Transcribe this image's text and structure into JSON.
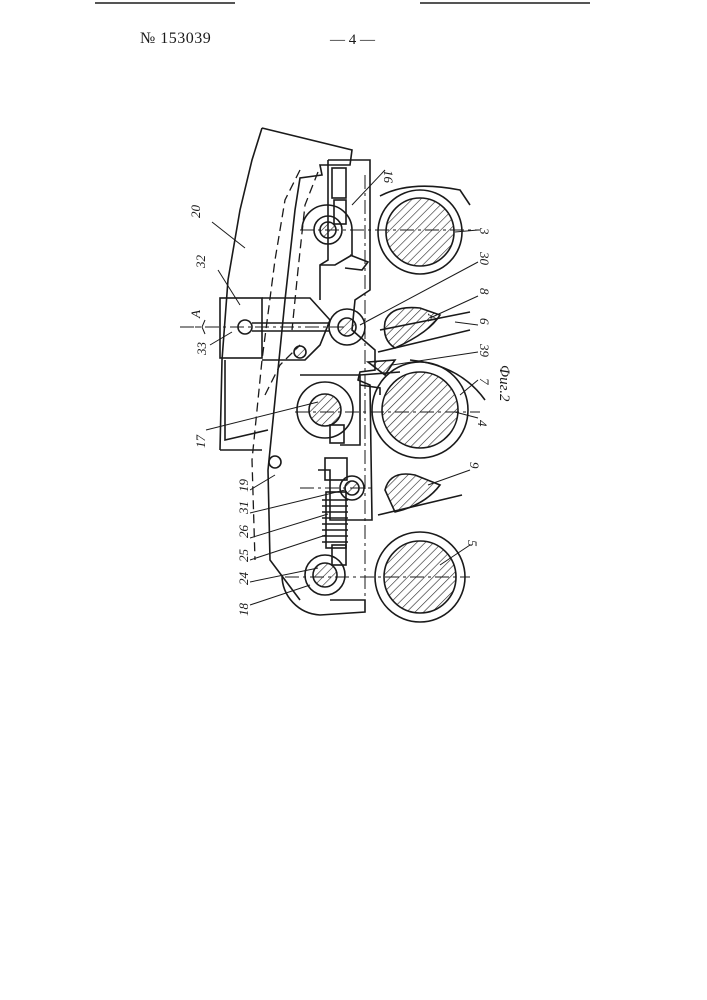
{
  "header": {
    "patent_number": "№ 153039",
    "page_number": "— 4 —"
  },
  "figure": {
    "caption": "Фиг.2",
    "section_mark": "А",
    "labels": [
      "20",
      "32",
      "33",
      "17",
      "19",
      "31",
      "26",
      "25",
      "24",
      "18",
      "16",
      "3",
      "30",
      "8",
      "6",
      "39",
      "7",
      "4",
      "9",
      "5"
    ]
  }
}
